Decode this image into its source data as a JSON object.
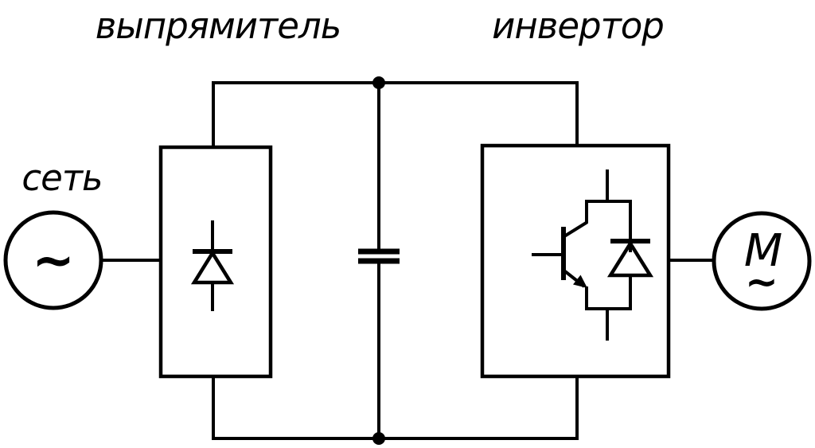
{
  "diagram": {
    "labels": {
      "rectifier": "выпрямитель",
      "inverter": "инвертор",
      "mains": "сеть",
      "motor_letter": "M",
      "motor_ac_tilde": "~",
      "source_ac_tilde": "~"
    },
    "colors": {
      "line": "#000000",
      "background": "#ffffff"
    }
  }
}
